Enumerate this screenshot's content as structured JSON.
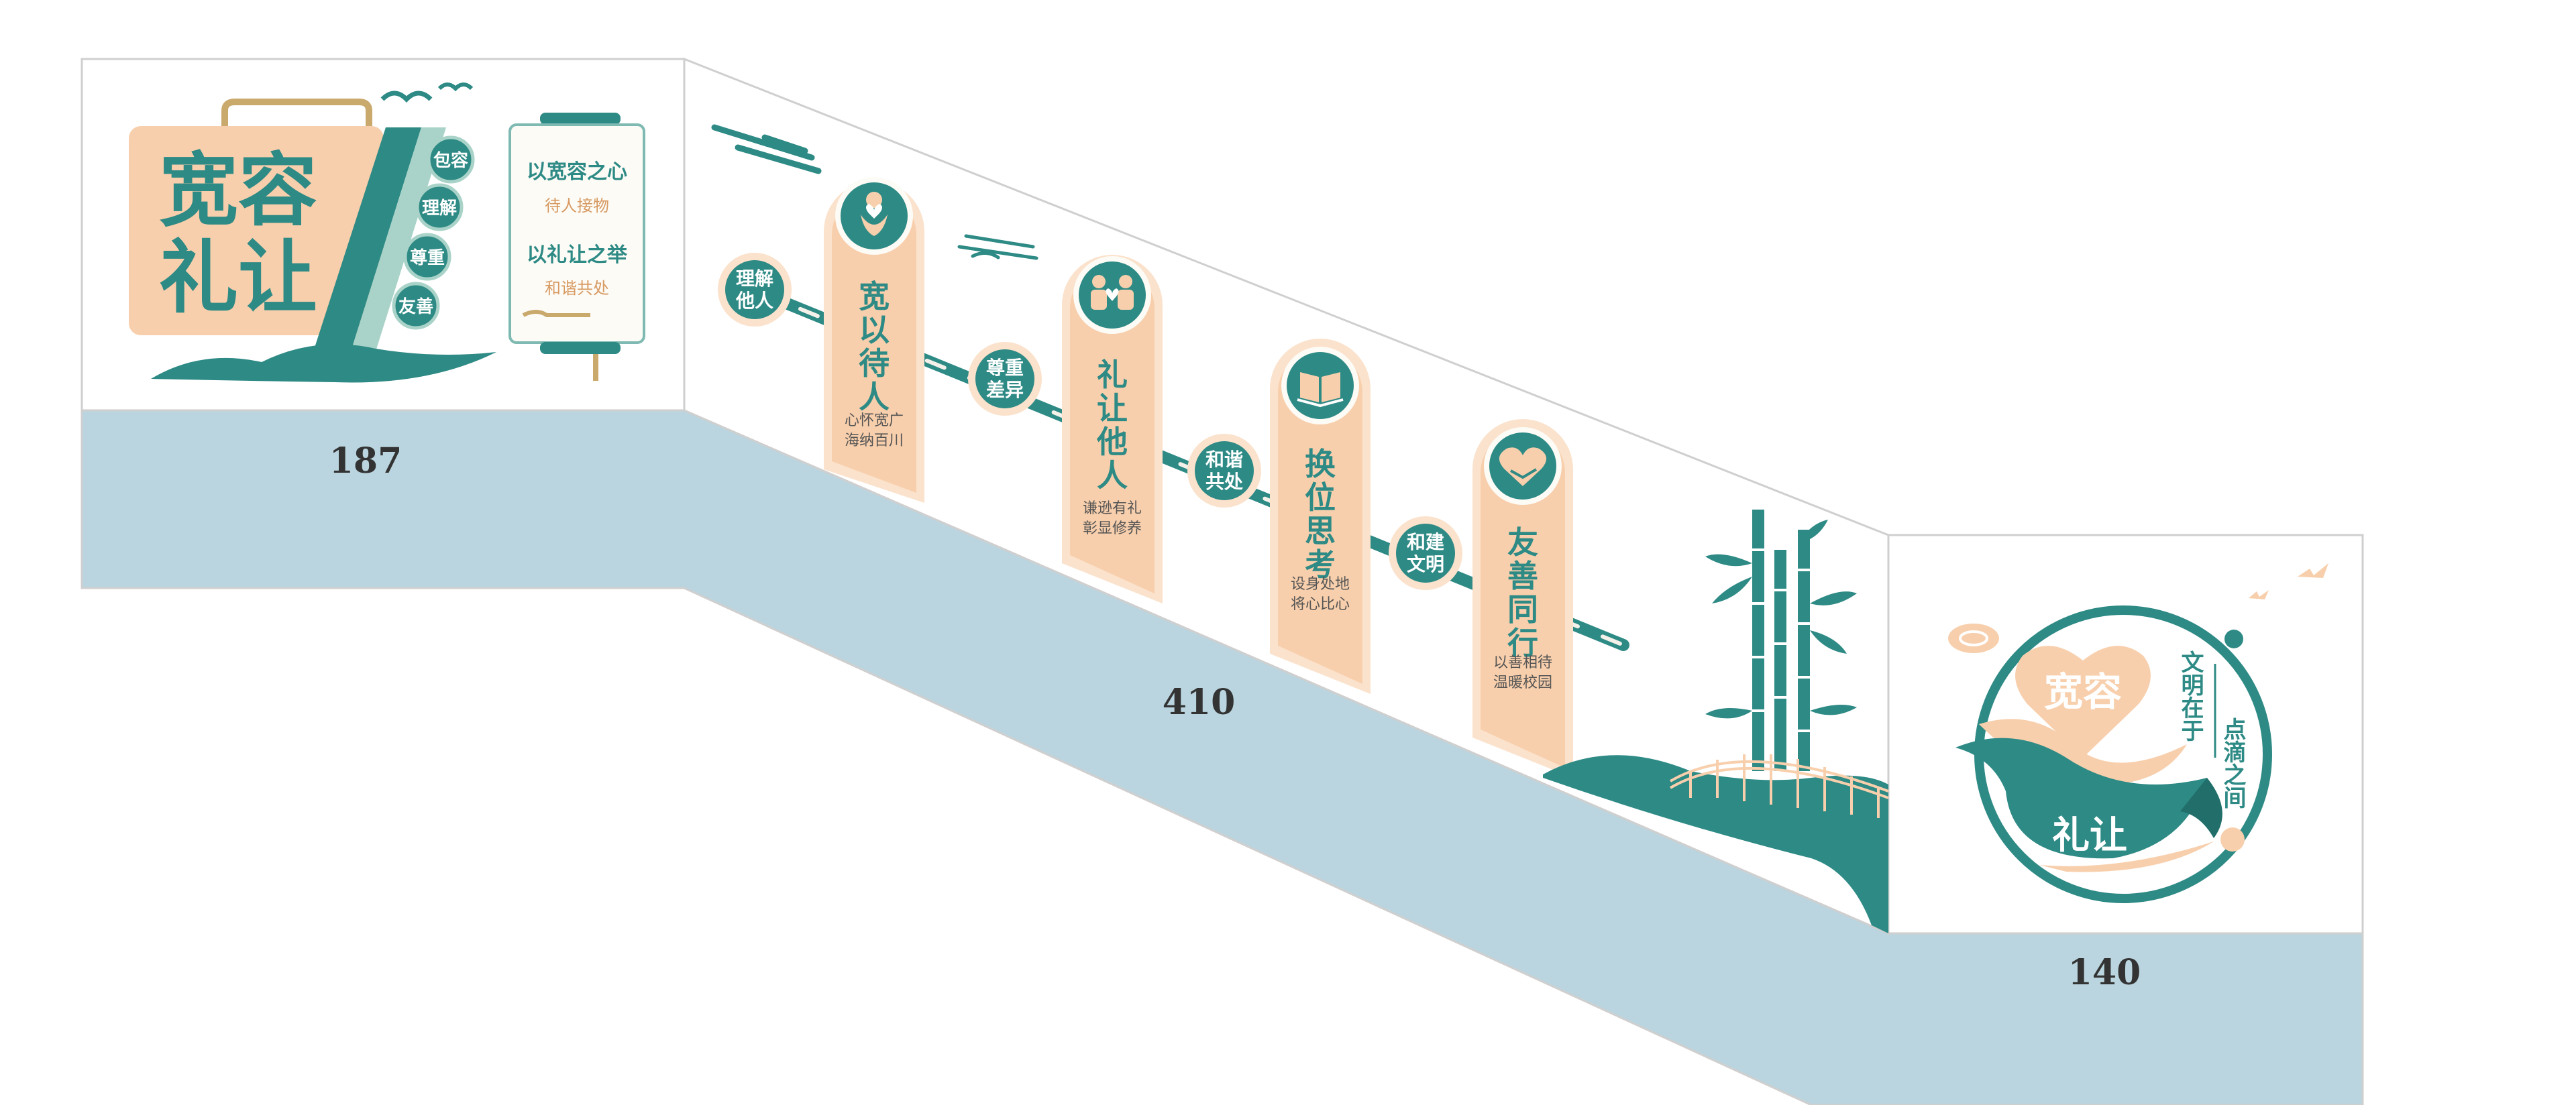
{
  "colors": {
    "teal": "#2e8a85",
    "teal_dark": "#216e6a",
    "peach": "#f8cfac",
    "peach_light": "#fbe2cc",
    "gold": "#c9a96c",
    "blue": "#bad5df",
    "cream": "#fdfbf6"
  },
  "left_panel": {
    "title_line1": "宽容",
    "title_line2": "礼让",
    "circle_words": [
      "包容",
      "理解",
      "尊重",
      "友善"
    ],
    "scroll": {
      "line1_title": "以宽容之心",
      "line1_sub": "待人接物",
      "line2_title": "以礼让之举",
      "line2_sub": "和谐共处"
    },
    "width_label": "187"
  },
  "middle_panel": {
    "badges": [
      {
        "line1": "理解",
        "line2": "他人"
      },
      {
        "line1": "尊重",
        "line2": "差异"
      },
      {
        "line1": "和谐",
        "line2": "共处"
      },
      {
        "line1": "和建",
        "line2": "文明"
      }
    ],
    "pillars": [
      {
        "icon": "heart-hands-icon",
        "title": [
          "宽",
          "以",
          "待",
          "人"
        ],
        "sub1": "心怀宽广",
        "sub2": "海纳百川"
      },
      {
        "icon": "two-people-heart-icon",
        "title": [
          "礼",
          "让",
          "他",
          "人"
        ],
        "sub1": "谦逊有礼",
        "sub2": "彰显修养"
      },
      {
        "icon": "open-book-icon",
        "title": [
          "换",
          "位",
          "思",
          "考"
        ],
        "sub1": "设身处地",
        "sub2": "将心比心"
      },
      {
        "icon": "heart-handshake-icon",
        "title": [
          "友",
          "善",
          "同",
          "行"
        ],
        "sub1": "以善相待",
        "sub2": "温暖校园"
      }
    ],
    "width_label": "410"
  },
  "right_panel": {
    "heart_text": "宽容",
    "bottom_text": "礼让",
    "vertical_text1": "文明在于",
    "vertical_text2": "点滴之间",
    "width_label": "140"
  }
}
